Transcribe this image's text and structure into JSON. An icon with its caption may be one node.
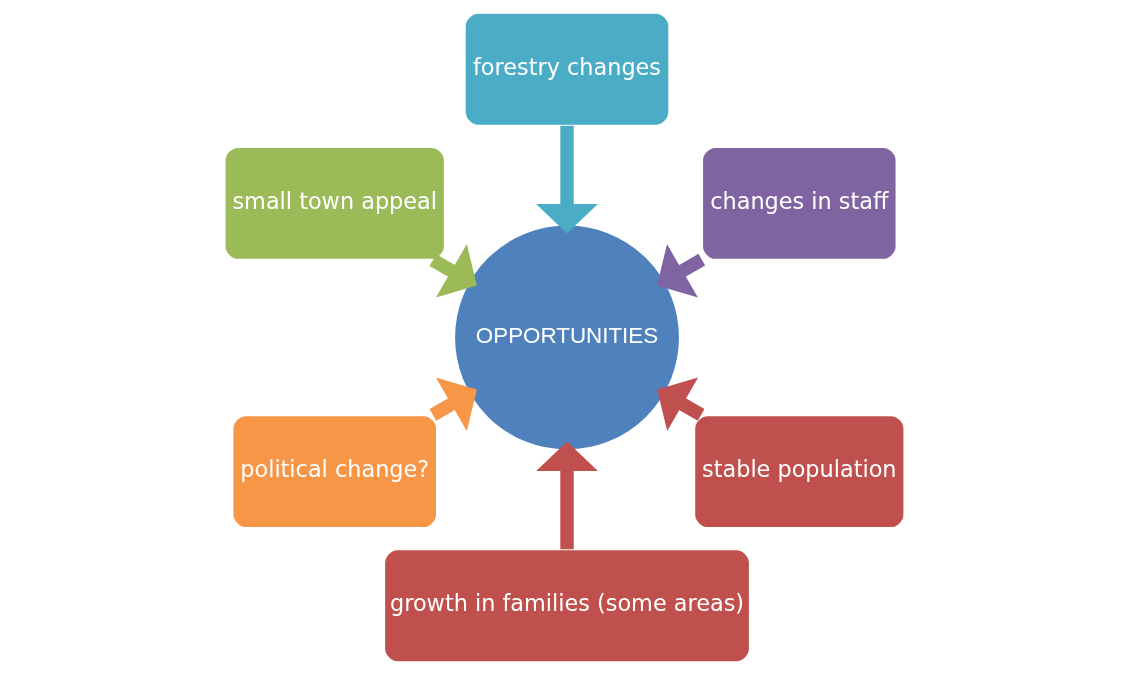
{
  "diagram": {
    "nodes": [
      {
        "text": [
          "changes in staff"
        ]
      },
      {
        "text": [
          "forestry changes"
        ]
      },
      {
        "text": [
          "small town appeal"
        ]
      },
      {
        "text": [
          "political change?"
        ]
      },
      {
        "text": [
          "growth in families (some areas)"
        ]
      },
      {
        "text": [
          "stable population"
        ]
      },
      {
        "text": [
          "OPPORTUNITIES"
        ]
      }
    ],
    "edges": [
      {
        "from": 0,
        "to": 6,
        "arrow": "to",
        "color": "#8064a2"
      },
      {
        "from": 1,
        "to": 6,
        "arrow": "to",
        "color": "#4bacc6"
      },
      {
        "from": 2,
        "to": 6,
        "arrow": "to",
        "color": "#9bbb59"
      },
      {
        "from": 3,
        "to": 6,
        "arrow": "to",
        "color": "#f79646"
      },
      {
        "from": 4,
        "to": 6,
        "arrow": "to",
        "color": "#c0504d"
      },
      {
        "from": 5,
        "to": 6,
        "arrow": "to",
        "color": "#c0504d"
      }
    ]
  }
}
